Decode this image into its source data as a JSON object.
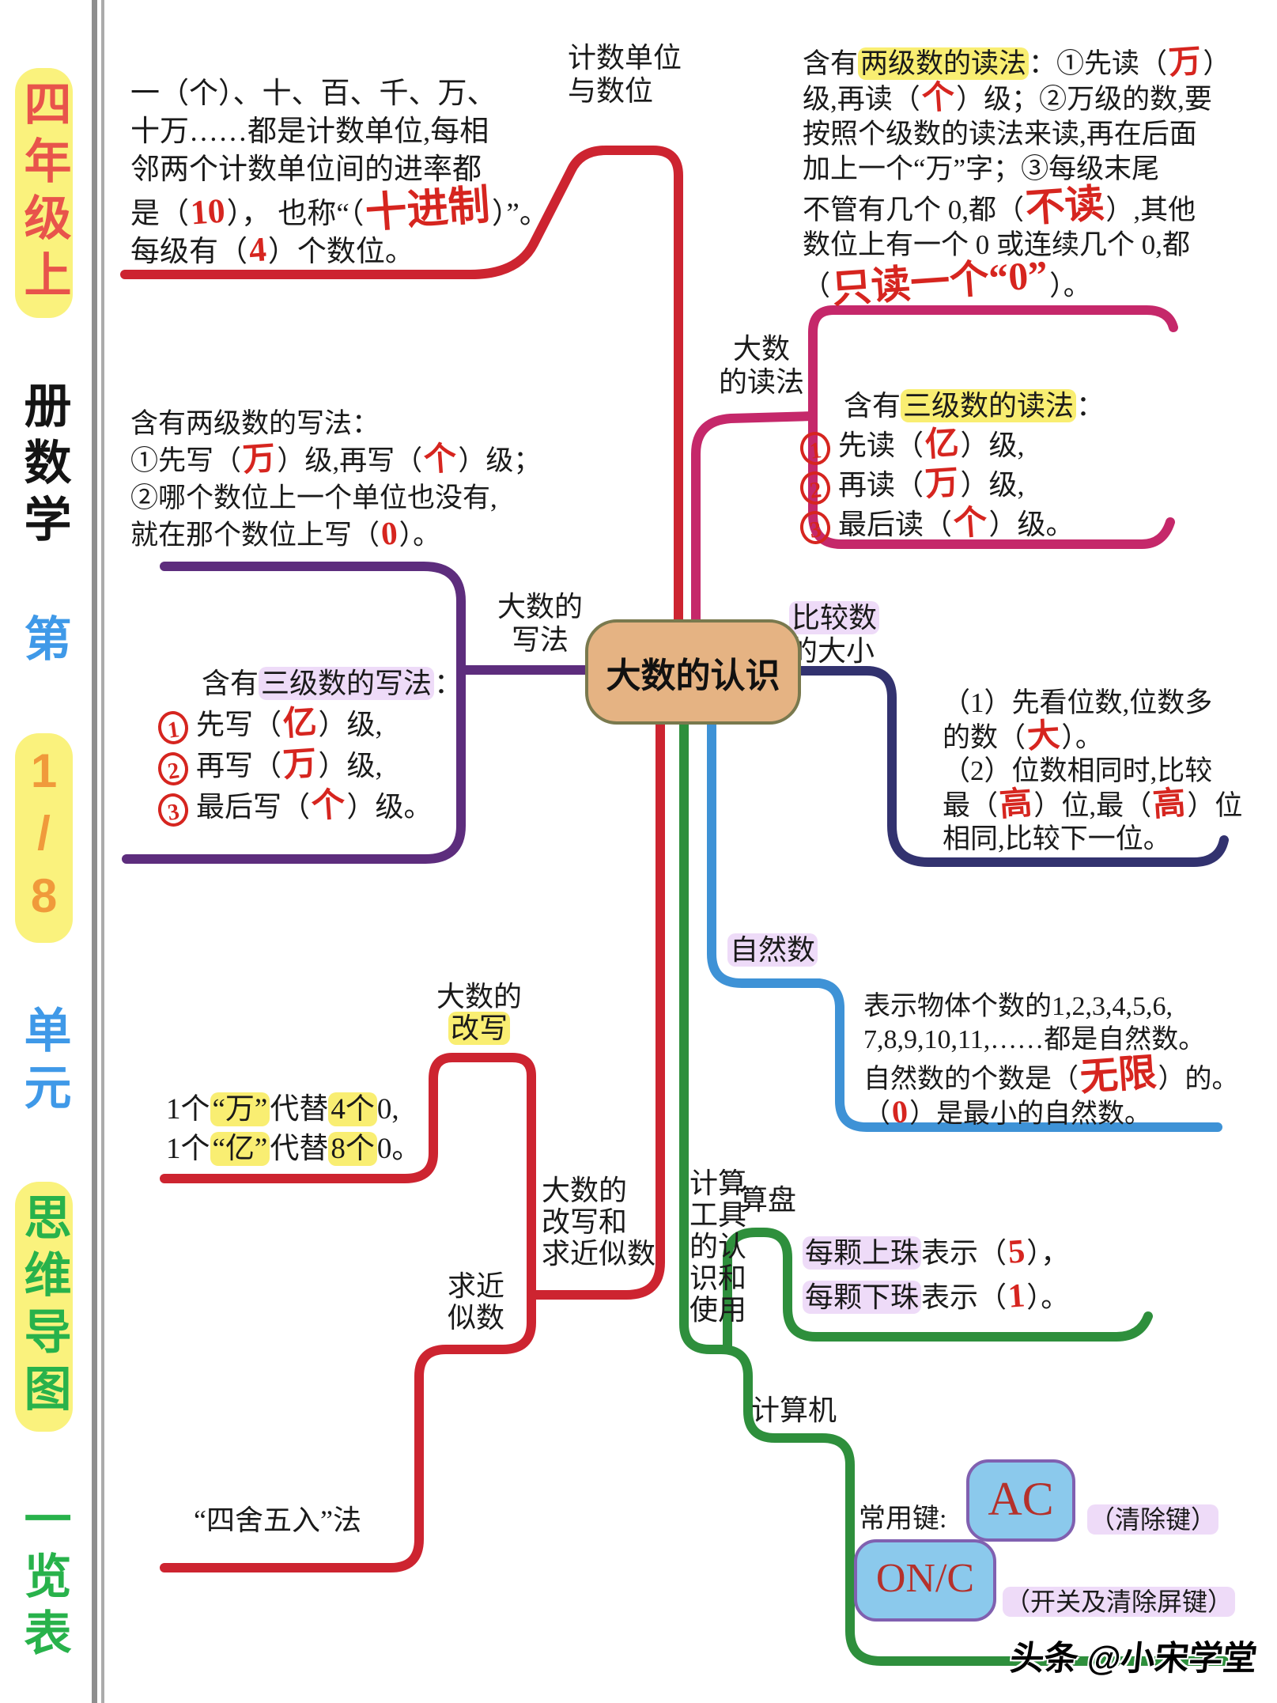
{
  "colors": {
    "branch_counting": "#cd2430",
    "branch_reading": "#c5286a",
    "branch_writing": "#5d2d7d",
    "branch_compare": "#32326f",
    "branch_natural": "#3e92d6",
    "branch_rewrite": "#cd2430",
    "branch_tools": "#2e8f3c",
    "node_fill": "#e5b383",
    "node_border": "#79794e",
    "highlight_yellow": "#f9ee72",
    "highlight_purple": "#eedbf8",
    "handwriting_red": "#d6251f",
    "key_fill": "#8bc9ec",
    "key_border": "#8060b0",
    "key_text": "#b5312b"
  },
  "side_title": {
    "segments": [
      {
        "t": "四年级上"
      },
      {
        "t": "册数学"
      },
      {
        "t": "第"
      },
      {
        "t": "1/8"
      },
      {
        "t": "单元"
      },
      {
        "t": "思维导图"
      },
      {
        "t": "一览表"
      }
    ]
  },
  "center_node": {
    "title": "大数的认识"
  },
  "branches": {
    "counting": {
      "label": [
        "计数单位",
        "与数位"
      ],
      "lines": [
        [
          {
            "t": "一（个）、十、百、千、万、"
          }
        ],
        [
          {
            "t": "十万……都是计数单位,每相"
          }
        ],
        [
          {
            "t": "邻两个计数单位间的进率都"
          }
        ],
        [
          {
            "t": "是（"
          },
          {
            "t": "10",
            "k": "r"
          },
          {
            "t": "）， 也称“（"
          },
          {
            "t": "十进制",
            "k": "rb"
          },
          {
            "t": "）”。"
          }
        ],
        [
          {
            "t": "每级有（"
          },
          {
            "t": "4",
            "k": "r"
          },
          {
            "t": "）个数位。"
          }
        ]
      ]
    },
    "reading": {
      "label": [
        "大数",
        "的读法"
      ],
      "two_level_lines": [
        [
          {
            "t": "含有"
          },
          {
            "t": "两级数的读法",
            "k": "y"
          },
          {
            "t": "：①先读（"
          },
          {
            "t": "万",
            "k": "r"
          },
          {
            "t": "）"
          }
        ],
        [
          {
            "t": "级,再读（"
          },
          {
            "t": "个",
            "k": "r"
          },
          {
            "t": "）级；②万级的数,要"
          }
        ],
        [
          {
            "t": "按照个级数的读法来读,再在后面"
          }
        ],
        [
          {
            "t": "加上一个“万”字；③每级末尾"
          }
        ],
        [
          {
            "t": "不管有几个 0,都（"
          },
          {
            "t": "不读",
            "k": "rb"
          },
          {
            "t": "）,其他"
          }
        ],
        [
          {
            "t": "数位上有一个 0 或连续几个 0,都"
          }
        ],
        [
          {
            "t": "（"
          },
          {
            "t": "只读一个“0”",
            "k": "rb"
          },
          {
            "t": "）。"
          }
        ]
      ],
      "three_level": {
        "heading": [
          {
            "t": "含有"
          },
          {
            "t": "三级数的读法",
            "k": "y"
          },
          {
            "t": "："
          }
        ],
        "items": [
          [
            {
              "t": "1",
              "k": "circ"
            },
            {
              "t": "先读（"
            },
            {
              "t": "亿",
              "k": "r"
            },
            {
              "t": "）级,"
            }
          ],
          [
            {
              "t": "2",
              "k": "circ"
            },
            {
              "t": "再读（"
            },
            {
              "t": "万",
              "k": "r"
            },
            {
              "t": "）级,"
            }
          ],
          [
            {
              "t": "3",
              "k": "circ"
            },
            {
              "t": "最后读（"
            },
            {
              "t": "个",
              "k": "r"
            },
            {
              "t": "）级。"
            }
          ]
        ]
      }
    },
    "writing": {
      "label": [
        "大数的",
        "写法"
      ],
      "two_level_lines": [
        [
          {
            "t": "含有两级数的写法："
          }
        ],
        [
          {
            "t": "①先写（"
          },
          {
            "t": "万",
            "k": "r"
          },
          {
            "t": "）级,再写（"
          },
          {
            "t": "个",
            "k": "r"
          },
          {
            "t": "）级；"
          }
        ],
        [
          {
            "t": "②哪个数位上一个单位也没有,"
          }
        ],
        [
          {
            "t": "就在那个数位上写（"
          },
          {
            "t": "0",
            "k": "r"
          },
          {
            "t": "）。"
          }
        ]
      ],
      "three_level": {
        "heading": [
          {
            "t": "含有"
          },
          {
            "t": "三级数的写法",
            "k": "p"
          },
          {
            "t": "："
          }
        ],
        "items": [
          [
            {
              "t": "1",
              "k": "circ"
            },
            {
              "t": "先写（"
            },
            {
              "t": "亿",
              "k": "r"
            },
            {
              "t": "）级,"
            }
          ],
          [
            {
              "t": "2",
              "k": "circ"
            },
            {
              "t": "再写（"
            },
            {
              "t": "万",
              "k": "r"
            },
            {
              "t": "）级,"
            }
          ],
          [
            {
              "t": "3",
              "k": "circ"
            },
            {
              "t": "最后写（"
            },
            {
              "t": "个",
              "k": "r"
            },
            {
              "t": "）级。"
            }
          ]
        ]
      }
    },
    "compare": {
      "label_lines": [
        [
          {
            "t": "比较数",
            "k": "p"
          }
        ],
        [
          {
            "t": "的大小"
          }
        ]
      ],
      "lines": [
        [
          {
            "t": "（1）先看位数,位数多"
          }
        ],
        [
          {
            "t": "的数（"
          },
          {
            "t": "大",
            "k": "r"
          },
          {
            "t": "）。"
          }
        ],
        [
          {
            "t": "（2）位数相同时,比较"
          }
        ],
        [
          {
            "t": "最（"
          },
          {
            "t": "高",
            "k": "r"
          },
          {
            "t": "）位,最（"
          },
          {
            "t": "高",
            "k": "r"
          },
          {
            "t": "）位"
          }
        ],
        [
          {
            "t": "相同,比较下一位。"
          }
        ]
      ]
    },
    "natural": {
      "label": [
        {
          "t": "自然数",
          "k": "p"
        }
      ],
      "lines": [
        [
          {
            "t": "表示物体个数的1,2,3,4,5,6,"
          }
        ],
        [
          {
            "t": "7,8,9,10,11,……都是自然数。"
          }
        ],
        [
          {
            "t": "自然数的个数是（"
          },
          {
            "t": "无限",
            "k": "rb"
          },
          {
            "t": "）的。"
          }
        ],
        [
          {
            "t": "（"
          },
          {
            "t": "0",
            "k": "r"
          },
          {
            "t": "）是最小的自然数。"
          }
        ]
      ]
    },
    "rewrite": {
      "sub_label_lines": [
        [
          {
            "t": "大数的"
          }
        ],
        [
          {
            "t": "改写",
            "k": "y"
          }
        ]
      ],
      "replace_lines": [
        [
          {
            "t": "1个"
          },
          {
            "t": "“万”",
            "k": "y"
          },
          {
            "t": "代替"
          },
          {
            "t": "4个",
            "k": "y"
          },
          {
            "t": "0,"
          }
        ],
        [
          {
            "t": "1个"
          },
          {
            "t": "“亿”",
            "k": "y"
          },
          {
            "t": "代替"
          },
          {
            "t": "8个",
            "k": "y"
          },
          {
            "t": "0。"
          }
        ]
      ],
      "main_label": [
        "大数的",
        "改写和",
        "求近似数"
      ],
      "approx_label": [
        "求近",
        "似数"
      ],
      "rounding_text": "“四舍五入”法"
    },
    "tools": {
      "label": [
        "计算",
        "工具",
        "的认",
        "识和",
        "使用"
      ],
      "abacus_label": "算盘",
      "abacus_lines": [
        [
          {
            "t": "每颗上珠",
            "k": "p"
          },
          {
            "t": "表示（"
          },
          {
            "t": "5",
            "k": "r"
          },
          {
            "t": "），"
          }
        ],
        [
          {
            "t": "每颗下珠",
            "k": "p"
          },
          {
            "t": "表示（"
          },
          {
            "t": "1",
            "k": "r"
          },
          {
            "t": "）。"
          }
        ]
      ],
      "calculator_label": "计算机",
      "keys_label": "常用键:",
      "key_ac": "AC",
      "key_ac_note": [
        {
          "t": "（清除键）",
          "k": "p"
        }
      ],
      "key_onc": "ON/C",
      "key_onc_note": [
        {
          "t": "（开关及清除屏键）",
          "k": "p"
        }
      ]
    }
  },
  "watermark": "头条 @小宋学堂"
}
